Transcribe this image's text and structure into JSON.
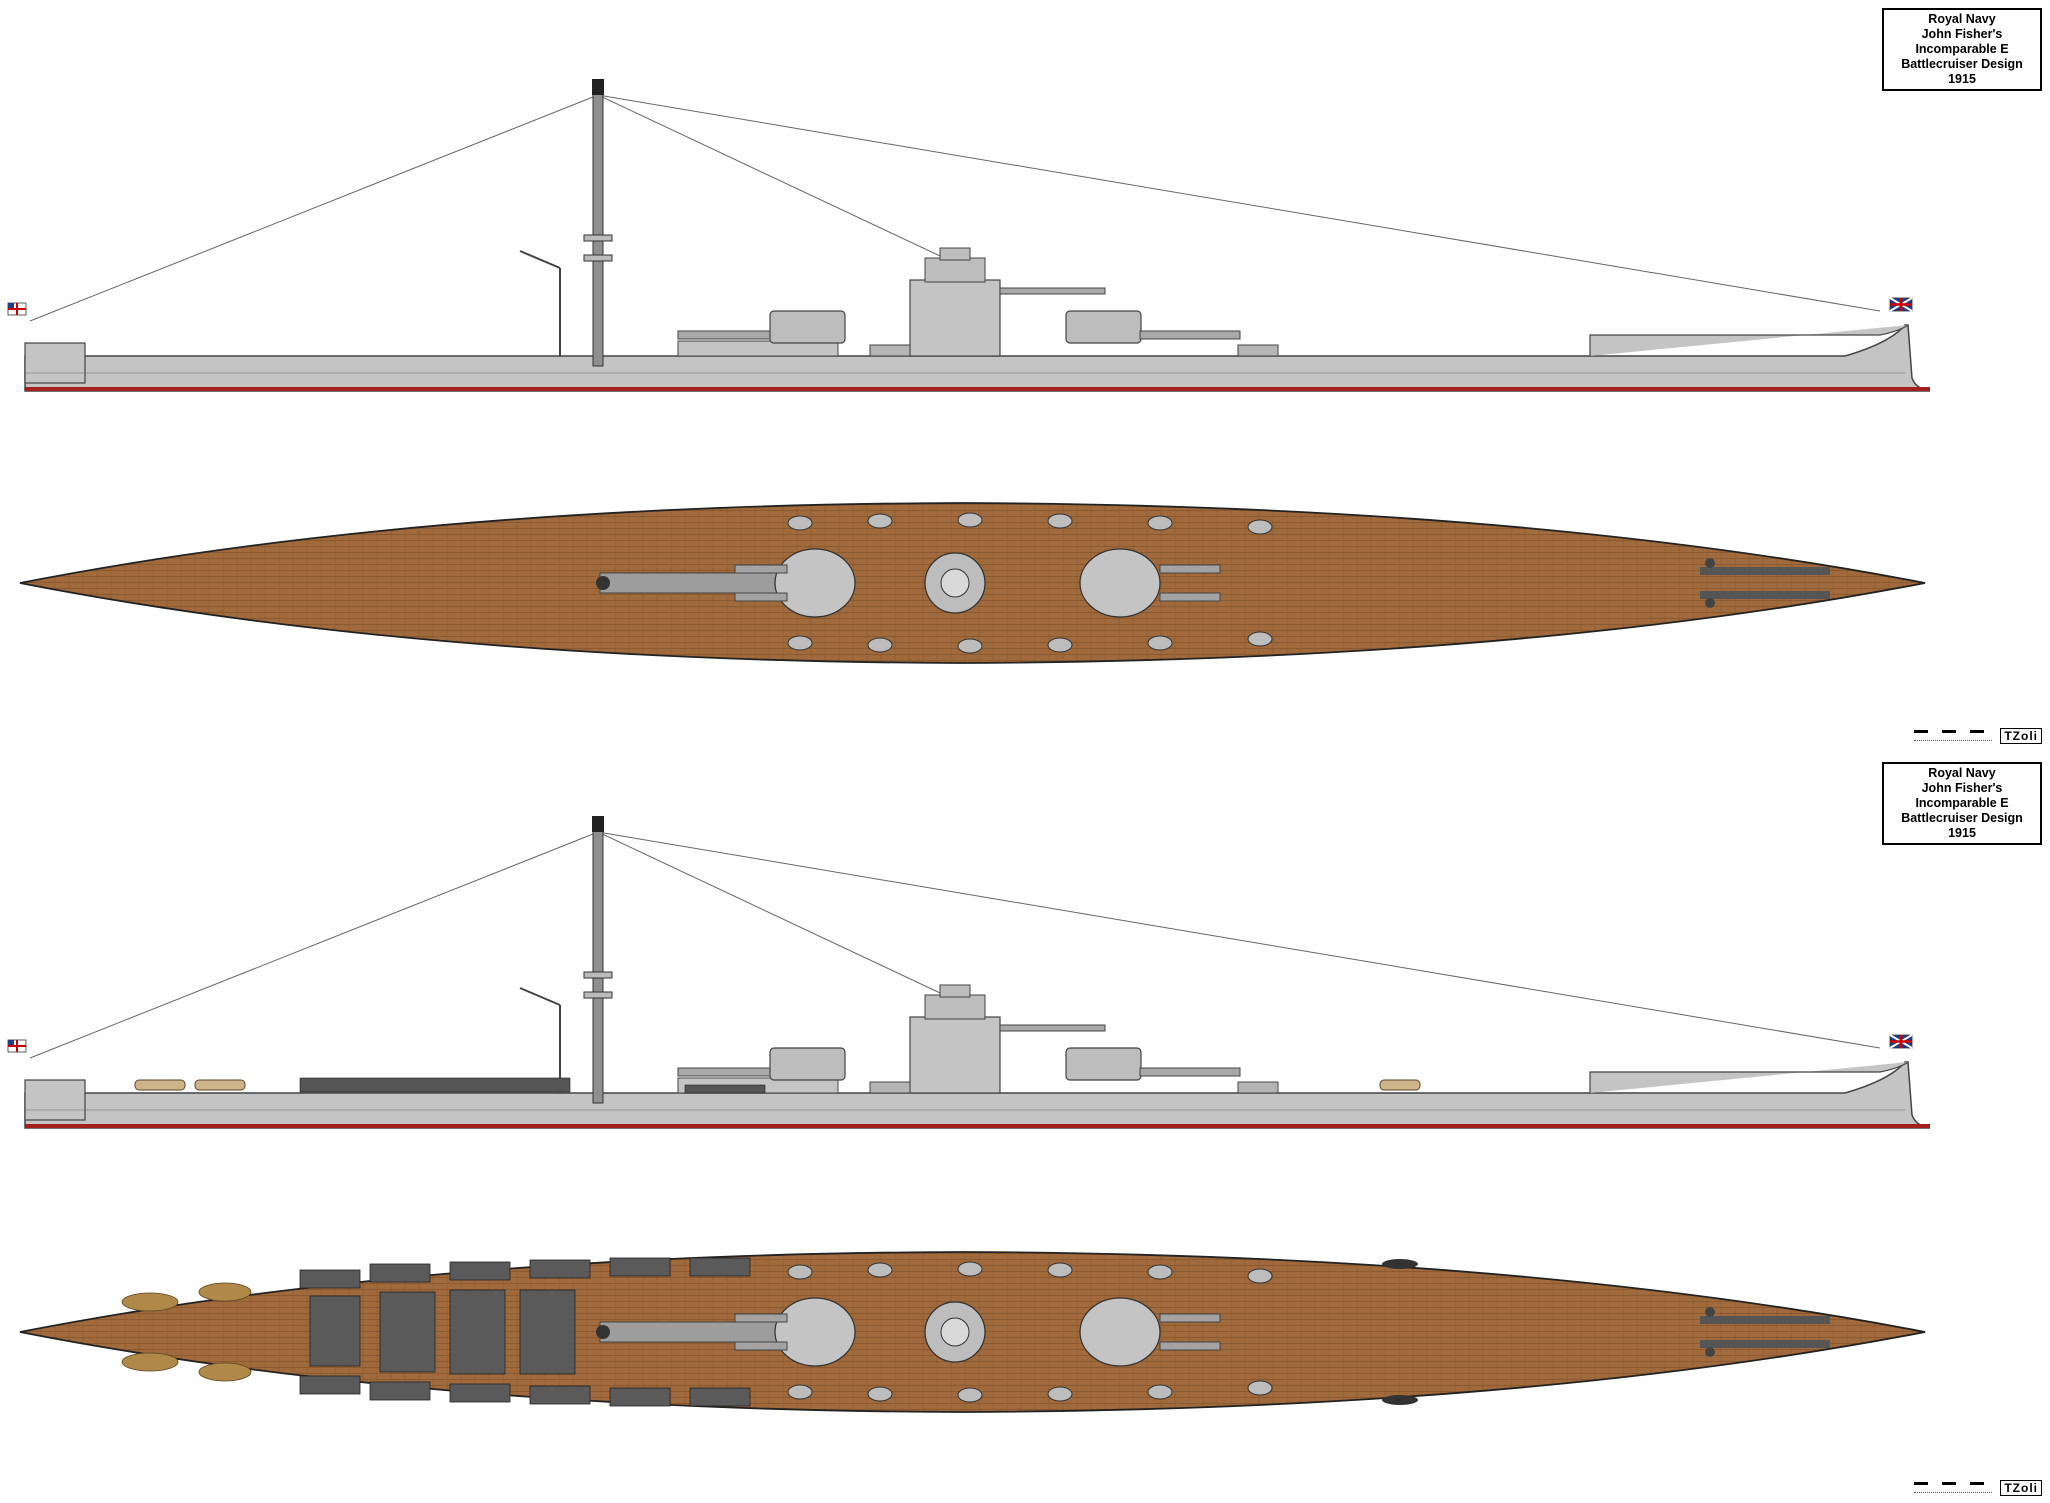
{
  "plates": [
    {
      "title_lines": [
        "Royal Navy",
        "John Fisher's",
        "Incomparable E",
        "Battlecruiser Design",
        "1915"
      ],
      "author": "TZoli",
      "variant": "clean deck"
    },
    {
      "title_lines": [
        "Royal Navy",
        "John Fisher's",
        "Incomparable E",
        "Battlecruiser Design",
        "1915"
      ],
      "author": "TZoli",
      "variant": "boats and rafts on deck"
    }
  ],
  "colors": {
    "hull_grey": "#c4c4c4",
    "hull_outline": "#444444",
    "deck_wood": "#a06a3c",
    "deck_plank": "#7d4f28",
    "waterline_red": "#a51f1f",
    "turret_grey": "#bdbdbd",
    "mast_grey": "#8f8f8f"
  },
  "icons": [
    "union-jack-flag-icon",
    "white-ensign-icon"
  ]
}
